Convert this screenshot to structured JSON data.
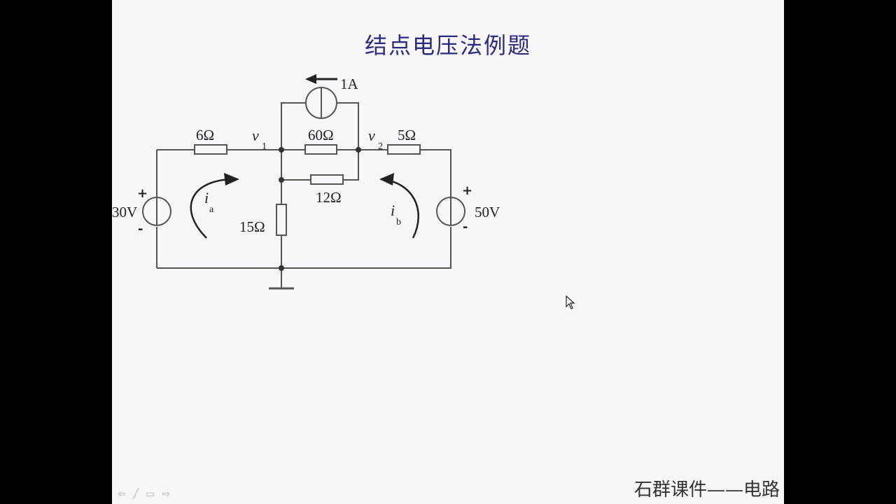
{
  "title": "结点电压法例题",
  "colors": {
    "title": "#2a2a80",
    "wire": "#555555",
    "ink": "#222222"
  },
  "circuit": {
    "current_source": "1A",
    "r_6": "6Ω",
    "r_60": "60Ω",
    "r_5": "5Ω",
    "r_12": "12Ω",
    "r_15": "15Ω",
    "v_left": "30V",
    "v_right": "50V",
    "node_v": "v",
    "node1_sub": "1",
    "node2_sub": "2",
    "mesh_i": "i",
    "mesh_a_sub": "a",
    "mesh_b_sub": "b",
    "plus": "+",
    "minus": "-"
  },
  "nav": {
    "prev": "⇦",
    "pen": "╱",
    "menu": "▭",
    "next": "⇨"
  },
  "footer": "石群课件——电路"
}
